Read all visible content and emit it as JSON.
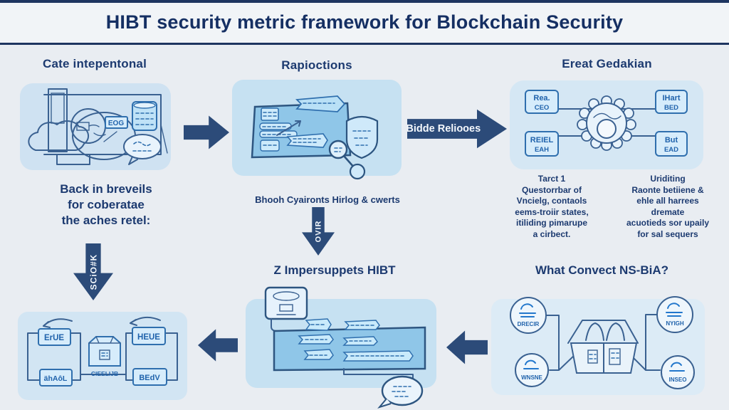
{
  "title": "HIBT security metric framework for Blockchain Security",
  "left": {
    "heading": "Cate intepentonal",
    "persona_tag": "EOG",
    "caption": {
      "line1": "Back in breveils",
      "line2": "for coberatae",
      "line3": "the aches retel:"
    },
    "down_arrow_label": "SCiO#K",
    "process": {
      "top_left": "ErUE",
      "bottom_left": "ähAôL",
      "center": "CIEELIJB",
      "top_right": "HEUE",
      "bottom_right": "BEdV"
    }
  },
  "middle": {
    "heading": "Rapioctions",
    "caption": "Bhooh Cyaironts Hirlog & cwerts",
    "down_arrow_label": "OVIR",
    "subheading": "Z Impersuppets HIBT"
  },
  "right": {
    "heading": "Ereat Gedakian",
    "flow_arrow_label": "Bidde Reliooes",
    "gear_boxes": {
      "top_left_1": "Rea.",
      "top_left_2": "CEO",
      "top_right_1": "IHart",
      "top_right_2": "BED",
      "bottom_left_1": "REIEL",
      "bottom_left_2": "EAH",
      "bottom_right_1": "But",
      "bottom_right_2": "EAD"
    },
    "note_left": {
      "l1": "Tarct 1",
      "l2": "Questorrbar of",
      "l3": "Vncielg, contaols",
      "l4": "eems-troiir states,",
      "l5": "itiliding pimarupe",
      "l6": "a cirbect."
    },
    "note_right": {
      "l1": "Uriditing",
      "l2": "Raonte betiiene &",
      "l3": "ehle all harrees",
      "l4": "dremate",
      "l5": "acuotieds sor upaily",
      "l6": "for sal sequers"
    },
    "subheading": "What Convect NS-BiA?",
    "circles": {
      "top_left": "DRECIR",
      "bottom_left": "WNSNE",
      "top_right": "NYIGH",
      "bottom_right": "INSEO"
    }
  },
  "colors": {
    "navy_text": "#152f63",
    "arrow_navy": "#2c4b79",
    "card_blue": "#cfe2f2",
    "panel_blue": "#8fc6e8",
    "stroke_blue": "#3a6191",
    "label_blue": "#2063ac"
  }
}
